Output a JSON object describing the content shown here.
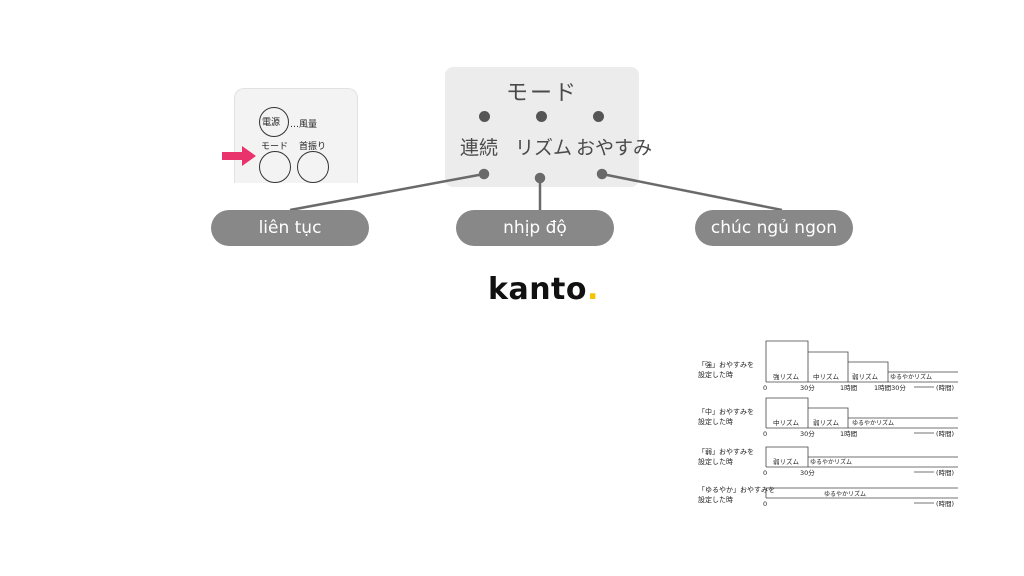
{
  "remote": {
    "power_label": "電源",
    "power_suffix": "…風量",
    "mode_label": "モード",
    "swing_label": "首振り"
  },
  "panel": {
    "title": "モード",
    "modes": [
      "連続",
      "リズム",
      "おやすみ"
    ]
  },
  "pills": {
    "left": "liên tục",
    "middle": "nhịp độ",
    "right": "chúc ngủ ngon"
  },
  "brand": {
    "name": "kanto",
    "dot": "."
  },
  "timeline": {
    "rows": [
      {
        "label_line1": "「強」おやすみを",
        "label_line2": "設定した時",
        "segments": [
          "強リズム",
          "中リズム",
          "弱リズム",
          "ゆるやかリズム"
        ],
        "ticks": [
          "0",
          "30分",
          "1時間",
          "1時間30分"
        ],
        "axis_unit": "(時間)"
      },
      {
        "label_line1": "「中」おやすみを",
        "label_line2": "設定した時",
        "segments": [
          "中リズム",
          "弱リズム",
          "ゆるやかリズム"
        ],
        "ticks": [
          "0",
          "30分",
          "1時間"
        ],
        "axis_unit": "(時間)"
      },
      {
        "label_line1": "「弱」おやすみを",
        "label_line2": "設定した時",
        "segments": [
          "弱リズム",
          "ゆるやかリズム"
        ],
        "ticks": [
          "0",
          "30分"
        ],
        "axis_unit": "(時間)"
      },
      {
        "label_line1": "「ゆるやか」おやすみを",
        "label_line2": "設定した時",
        "segments": [
          "ゆるやかリズム"
        ],
        "ticks": [
          "0"
        ],
        "axis_unit": "(時間)"
      }
    ]
  },
  "colors": {
    "pill": "#888888",
    "arrow": "#e8336d",
    "brand_dot": "#f5c400",
    "connector": "#6a6a6a"
  }
}
